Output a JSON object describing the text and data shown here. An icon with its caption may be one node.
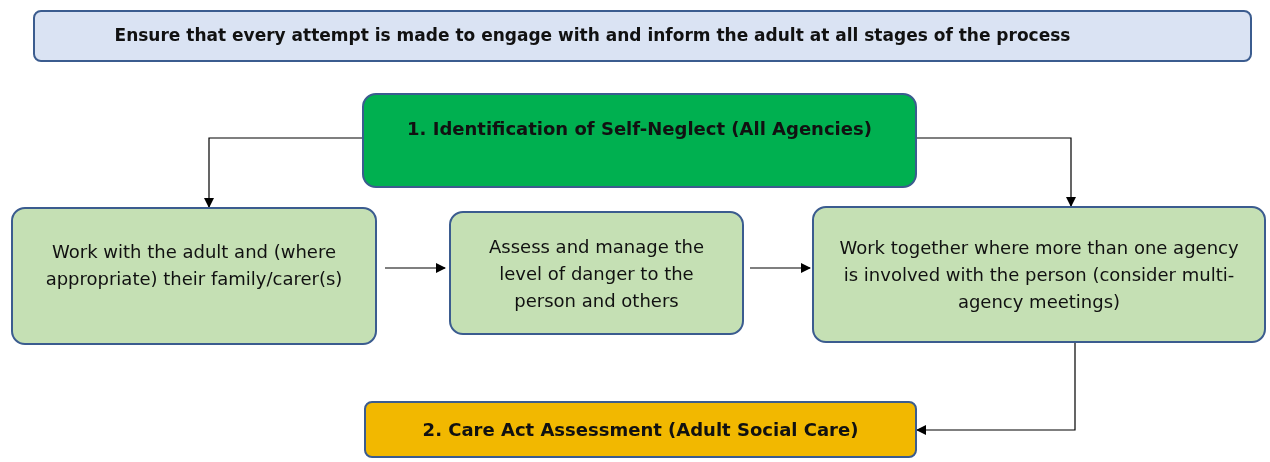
{
  "diagram": {
    "nodes": [
      {
        "text": [
          "Ensure that every attempt is made to engage with and inform the adult at all stages of the process"
        ]
      },
      {
        "text": [
          "1. Identification of Self-Neglect (All Agencies)"
        ]
      },
      {
        "text": [
          "Work with the adult and (where appropriate) their family/carer(s)"
        ]
      },
      {
        "text": [
          "Assess and manage the level of danger to the person and others"
        ]
      },
      {
        "text": [
          "Work together where more than one agency is involved with the person (consider multi-agency meetings)"
        ]
      },
      {
        "text": [
          "2. Care Act Assessment (Adult Social Care)"
        ]
      }
    ],
    "edges": [
      {
        "from": 1,
        "to": 2,
        "arrow": "to"
      },
      {
        "from": 1,
        "to": 4,
        "arrow": "to"
      },
      {
        "from": 2,
        "to": 3,
        "arrow": "to"
      },
      {
        "from": 3,
        "to": 4,
        "arrow": "to"
      },
      {
        "from": 4,
        "to": 5,
        "arrow": "to"
      }
    ]
  }
}
